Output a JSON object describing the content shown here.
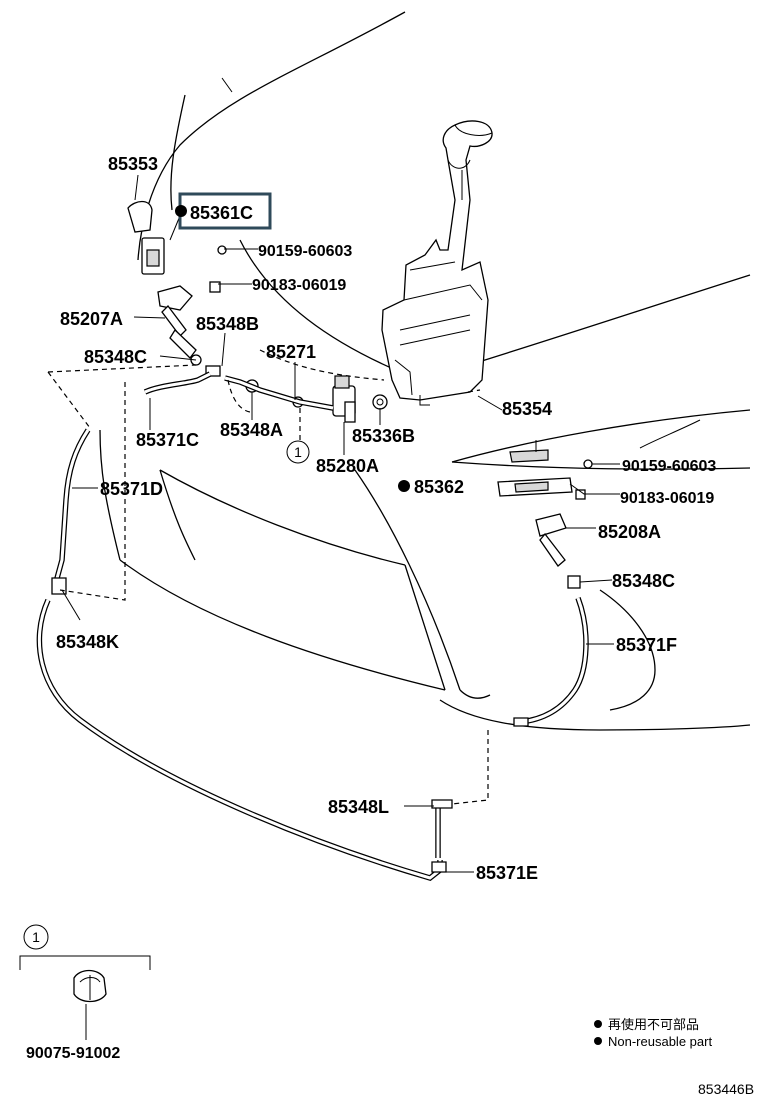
{
  "labels": {
    "p85353": "85353",
    "p85361C": "85361C",
    "p90159_a": "90159-60603",
    "p90183_a": "90183-06019",
    "p85207A": "85207A",
    "p85348B": "85348B",
    "p85348C_left": "85348C",
    "p85271": "85271",
    "p85371C": "85371C",
    "p85348A": "85348A",
    "p85280A": "85280A",
    "p85336B": "85336B",
    "p85354": "85354",
    "p90159_b": "90159-60603",
    "p85362": "85362",
    "p90183_b": "90183-06019",
    "p85371D": "85371D",
    "p85208A": "85208A",
    "p85348C_right": "85348C",
    "p85348K": "85348K",
    "p85371F": "85371F",
    "p85348L": "85348L",
    "p85371E": "85371E",
    "p90075": "90075-91002"
  },
  "callouts": {
    "ref1_diagram": "1",
    "ref1_inset": "1"
  },
  "highlight": {
    "part": "85361C",
    "color": "#2f4a5a"
  },
  "legend": {
    "line_jp": "再使用不可部品",
    "line_en": "Non-reusable part"
  },
  "diagram_code": "853446B"
}
